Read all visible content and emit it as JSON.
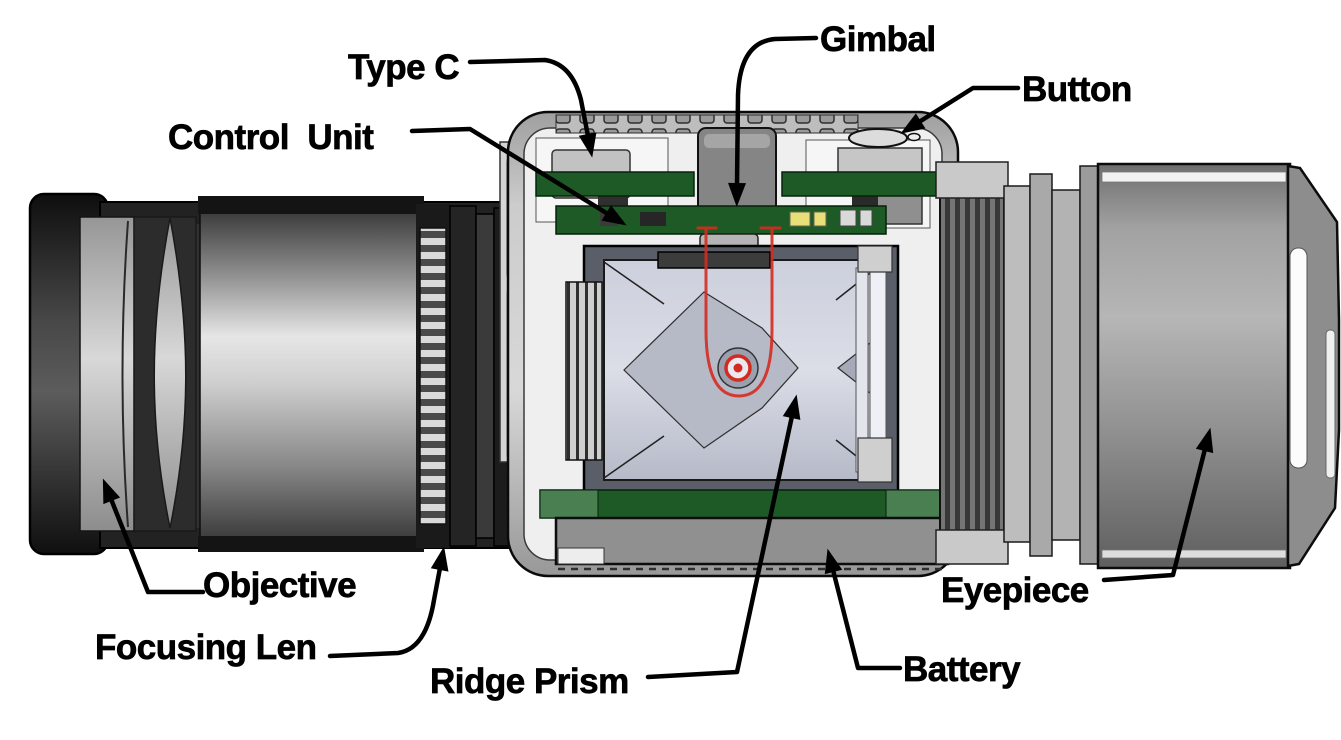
{
  "figure": {
    "description": "Cutaway CAD diagram of a digital monocular showing internal components",
    "background": "#ffffff",
    "labels": {
      "type_c": {
        "text": "Type C"
      },
      "gimbal": {
        "text": "Gimbal"
      },
      "button": {
        "text": "Button"
      },
      "control_unit": {
        "text": "Control  Unit"
      },
      "objective": {
        "text": "Objective"
      },
      "focusing_len": {
        "text": "Focusing Len"
      },
      "ridge_prism": {
        "text": "Ridge Prism"
      },
      "battery": {
        "text": "Battery"
      },
      "eyepiece": {
        "text": "Eyepiece"
      }
    },
    "colors": {
      "label_text": "#000000",
      "leader_line": "#000000",
      "pcb_green": "#1e5a26",
      "pcb_green_light": "#4a7f52",
      "gimbal_red": "#d42b20",
      "component_yellow": "#e8df78",
      "housing_dark": "#1c1c1c",
      "body_gray": "#b9b9b9",
      "prism_glass_gray": "#c9ccd8"
    }
  }
}
